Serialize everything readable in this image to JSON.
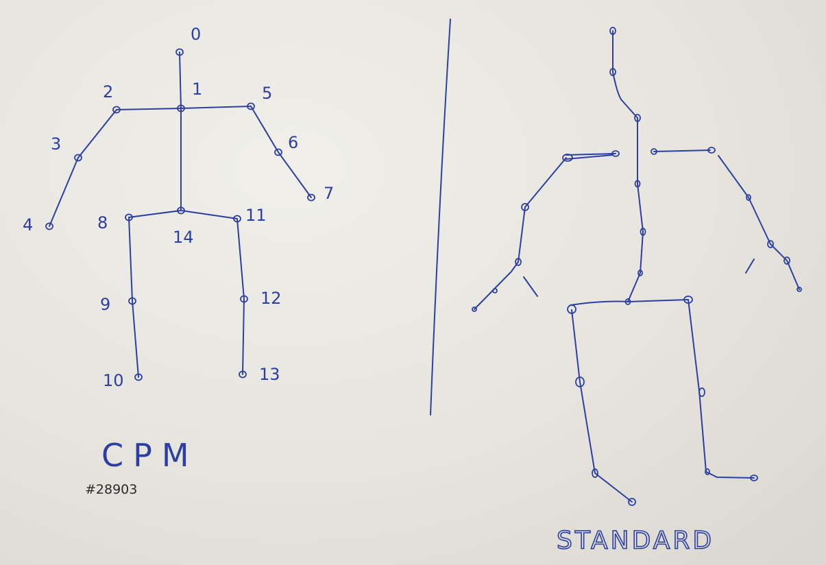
{
  "left_figure": {
    "title": "CPM",
    "keypoints": [
      {
        "name": "0",
        "label": "0"
      },
      {
        "name": "1",
        "label": "1"
      },
      {
        "name": "2",
        "label": "2"
      },
      {
        "name": "3",
        "label": "3"
      },
      {
        "name": "4",
        "label": "4"
      },
      {
        "name": "5",
        "label": "5"
      },
      {
        "name": "6",
        "label": "6"
      },
      {
        "name": "7",
        "label": "7"
      },
      {
        "name": "8",
        "label": "8"
      },
      {
        "name": "9",
        "label": "9"
      },
      {
        "name": "10",
        "label": "10"
      },
      {
        "name": "11",
        "label": "11"
      },
      {
        "name": "12",
        "label": "12"
      },
      {
        "name": "13",
        "label": "13"
      },
      {
        "name": "14",
        "label": "14"
      }
    ],
    "bones": [
      [
        "0",
        "1"
      ],
      [
        "1",
        "2"
      ],
      [
        "2",
        "3"
      ],
      [
        "3",
        "4"
      ],
      [
        "1",
        "5"
      ],
      [
        "5",
        "6"
      ],
      [
        "6",
        "7"
      ],
      [
        "1",
        "14"
      ],
      [
        "8",
        "14"
      ],
      [
        "14",
        "11"
      ],
      [
        "8",
        "9"
      ],
      [
        "9",
        "10"
      ],
      [
        "11",
        "12"
      ],
      [
        "12",
        "13"
      ]
    ]
  },
  "right_figure": {
    "title": "STANDARD"
  },
  "sheet_id": "#28903",
  "colors": {
    "ink": "#2b3ea3",
    "paper": "#e6e4dd",
    "stamp": "#2a2a2a"
  }
}
